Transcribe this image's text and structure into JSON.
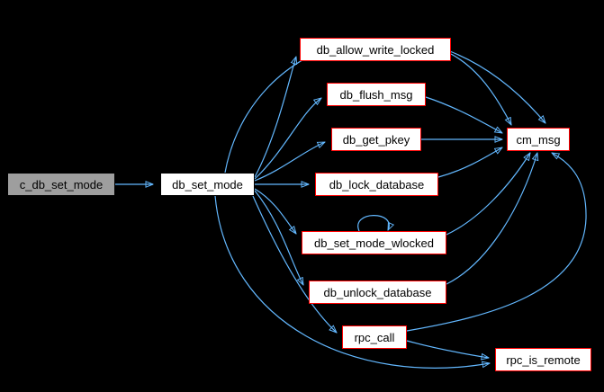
{
  "graph": {
    "type": "call-graph",
    "colors": {
      "background": "#000000",
      "edge": "#63B8FF",
      "node_fill": "#FFFFFF",
      "node_text": "#000000",
      "current_node_fill": "#9E9E9E",
      "current_node_border": "#000000",
      "truncated_node_border": "#FF0000"
    },
    "nodes": [
      {
        "id": "c_db_set_mode",
        "label": "c_db_set_mode",
        "kind": "current"
      },
      {
        "id": "db_set_mode",
        "label": "db_set_mode",
        "kind": "normal"
      },
      {
        "id": "db_allow_write_locked",
        "label": "db_allow_write_locked",
        "kind": "truncated"
      },
      {
        "id": "db_flush_msg",
        "label": "db_flush_msg",
        "kind": "truncated"
      },
      {
        "id": "db_get_pkey",
        "label": "db_get_pkey",
        "kind": "truncated"
      },
      {
        "id": "db_lock_database",
        "label": "db_lock_database",
        "kind": "truncated"
      },
      {
        "id": "cm_msg",
        "label": "cm_msg",
        "kind": "truncated"
      },
      {
        "id": "db_set_mode_wlocked",
        "label": "db_set_mode_wlocked",
        "kind": "truncated"
      },
      {
        "id": "db_unlock_database",
        "label": "db_unlock_database",
        "kind": "truncated"
      },
      {
        "id": "rpc_call",
        "label": "rpc_call",
        "kind": "truncated"
      },
      {
        "id": "rpc_is_remote",
        "label": "rpc_is_remote",
        "kind": "truncated"
      }
    ],
    "edges": [
      {
        "from": "c_db_set_mode",
        "to": "db_set_mode"
      },
      {
        "from": "db_set_mode",
        "to": "db_allow_write_locked"
      },
      {
        "from": "db_set_mode",
        "to": "db_flush_msg"
      },
      {
        "from": "db_set_mode",
        "to": "db_get_pkey"
      },
      {
        "from": "db_set_mode",
        "to": "db_lock_database"
      },
      {
        "from": "db_set_mode",
        "to": "cm_msg"
      },
      {
        "from": "db_set_mode",
        "to": "db_set_mode_wlocked"
      },
      {
        "from": "db_set_mode",
        "to": "db_unlock_database"
      },
      {
        "from": "db_set_mode",
        "to": "rpc_call"
      },
      {
        "from": "db_set_mode",
        "to": "rpc_is_remote"
      },
      {
        "from": "db_allow_write_locked",
        "to": "cm_msg"
      },
      {
        "from": "db_flush_msg",
        "to": "cm_msg"
      },
      {
        "from": "db_get_pkey",
        "to": "cm_msg"
      },
      {
        "from": "db_lock_database",
        "to": "cm_msg"
      },
      {
        "from": "db_set_mode_wlocked",
        "to": "cm_msg"
      },
      {
        "from": "db_set_mode_wlocked",
        "to": "db_set_mode_wlocked"
      },
      {
        "from": "db_unlock_database",
        "to": "cm_msg"
      },
      {
        "from": "rpc_call",
        "to": "cm_msg"
      },
      {
        "from": "rpc_call",
        "to": "rpc_is_remote"
      }
    ]
  }
}
